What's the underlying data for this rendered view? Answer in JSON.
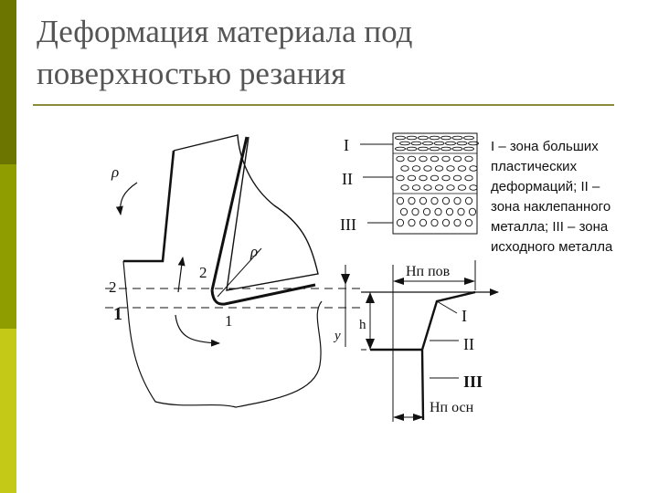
{
  "slide": {
    "title_lines": [
      "Деформация материала под",
      "поверхностью резания"
    ],
    "legend_lines": [
      "I – зона больших",
      "пластических",
      "деформаций; II –",
      "зона наклепанного",
      "металла; III – зона",
      "исходного металла"
    ],
    "accent_colors": [
      "#6b7500",
      "#8f9d00",
      "#c4c917"
    ]
  },
  "diagram": {
    "rho_top": "ρ",
    "rho_mid": "ρ",
    "num_2": "2",
    "num_1": "1",
    "left_2": "2",
    "left_1": "1",
    "zone_I": "I",
    "zone_II": "II",
    "zone_III": "III",
    "h_pov": "Hп пов",
    "h_osn": "Hп осн",
    "y": "y",
    "h": "h",
    "graph_I": "I",
    "graph_II": "II",
    "graph_III": "III"
  }
}
